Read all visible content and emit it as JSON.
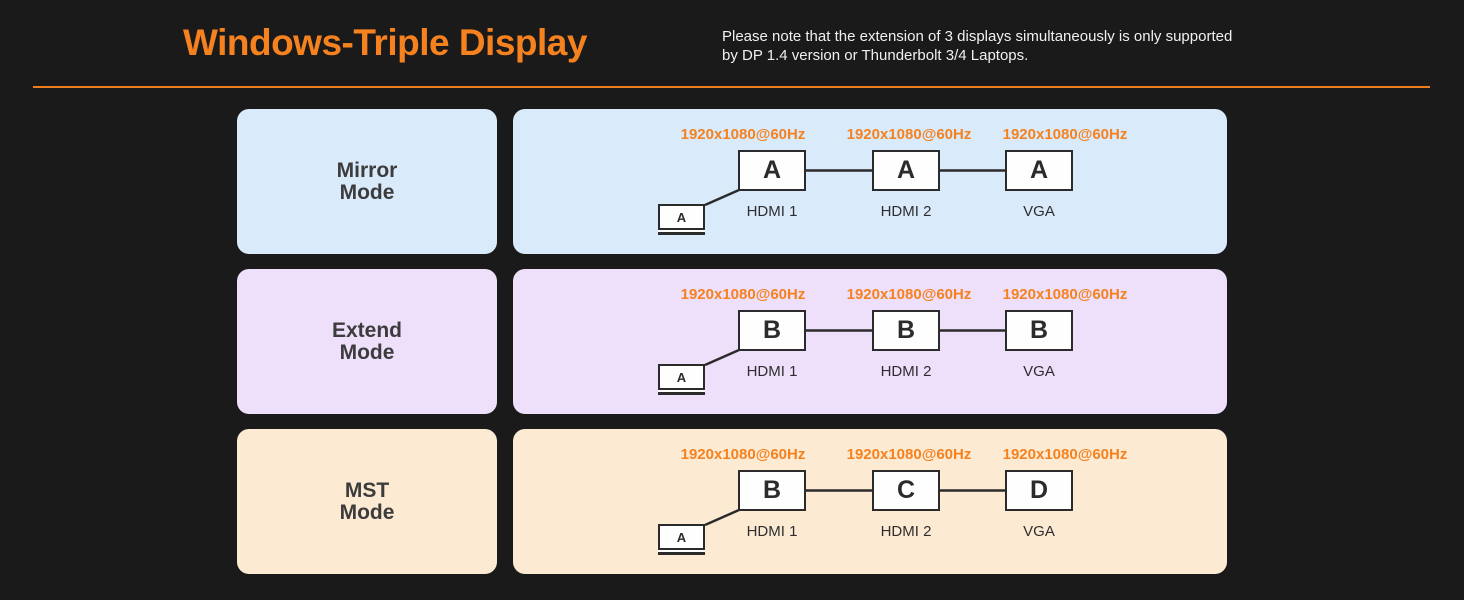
{
  "theme": {
    "background": "#1a1a1b",
    "accent_orange": "#f5821f",
    "divider_orange": "#ee7d1d",
    "dark_line": "#2b2b2b",
    "note_text": "#f2f0ee"
  },
  "header": {
    "title": "Windows-Triple Display",
    "note_line1": "Please note that the extension of 3 displays simultaneously is only supported",
    "note_line2": "by DP 1.4 version or Thunderbolt 3/4 Laptops."
  },
  "rows": [
    {
      "mode_line1": "Mirror",
      "mode_line2": "Mode",
      "color": "#d9eafb",
      "laptop_label": "A",
      "monitors": [
        {
          "letter": "A",
          "port": "HDMI 1",
          "resolution": "1920x1080@60Hz"
        },
        {
          "letter": "A",
          "port": "HDMI 2",
          "resolution": "1920x1080@60Hz"
        },
        {
          "letter": "A",
          "port": "VGA",
          "resolution": "1920x1080@60Hz"
        }
      ]
    },
    {
      "mode_line1": "Extend",
      "mode_line2": "Mode",
      "color": "#eedffa",
      "laptop_label": "A",
      "monitors": [
        {
          "letter": "B",
          "port": "HDMI 1",
          "resolution": "1920x1080@60Hz"
        },
        {
          "letter": "B",
          "port": "HDMI 2",
          "resolution": "1920x1080@60Hz"
        },
        {
          "letter": "B",
          "port": "VGA",
          "resolution": "1920x1080@60Hz"
        }
      ]
    },
    {
      "mode_line1": "MST",
      "mode_line2": "Mode",
      "color": "#fcead3",
      "laptop_label": "A",
      "monitors": [
        {
          "letter": "B",
          "port": "HDMI 1",
          "resolution": "1920x1080@60Hz"
        },
        {
          "letter": "C",
          "port": "HDMI 2",
          "resolution": "1920x1080@60Hz"
        },
        {
          "letter": "D",
          "port": "VGA",
          "resolution": "1920x1080@60Hz"
        }
      ]
    }
  ]
}
